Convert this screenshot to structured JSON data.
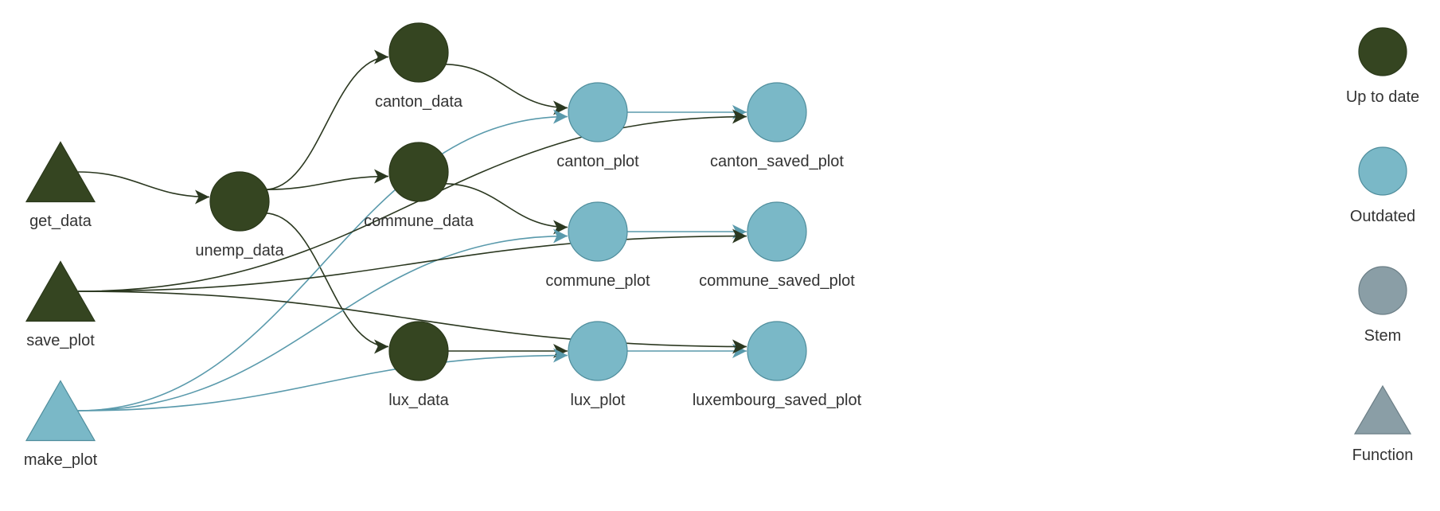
{
  "colors": {
    "up_to_date": "#354521",
    "up_to_date_stroke": "#2a381a",
    "outdated": "#7ab8c7",
    "outdated_stroke": "#4f8d9c",
    "stem": "#8a9ea6",
    "stem_stroke": "#6b7e86",
    "edge_dark": "#2b3820",
    "edge_light": "#5a9aac",
    "label": "#333333"
  },
  "nodes": [
    {
      "id": "get_data",
      "label": "get_data",
      "shape": "triangle",
      "status": "up_to_date"
    },
    {
      "id": "save_plot",
      "label": "save_plot",
      "shape": "triangle",
      "status": "up_to_date"
    },
    {
      "id": "make_plot",
      "label": "make_plot",
      "shape": "triangle",
      "status": "outdated"
    },
    {
      "id": "unemp_data",
      "label": "unemp_data",
      "shape": "circle",
      "status": "up_to_date"
    },
    {
      "id": "canton_data",
      "label": "canton_data",
      "shape": "circle",
      "status": "up_to_date"
    },
    {
      "id": "commune_data",
      "label": "commune_data",
      "shape": "circle",
      "status": "up_to_date"
    },
    {
      "id": "lux_data",
      "label": "lux_data",
      "shape": "circle",
      "status": "up_to_date"
    },
    {
      "id": "canton_plot",
      "label": "canton_plot",
      "shape": "circle",
      "status": "outdated"
    },
    {
      "id": "commune_plot",
      "label": "commune_plot",
      "shape": "circle",
      "status": "outdated"
    },
    {
      "id": "lux_plot",
      "label": "lux_plot",
      "shape": "circle",
      "status": "outdated"
    },
    {
      "id": "canton_saved_plot",
      "label": "canton_saved_plot",
      "shape": "circle",
      "status": "outdated"
    },
    {
      "id": "commune_saved_plot",
      "label": "commune_saved_plot",
      "shape": "circle",
      "status": "outdated"
    },
    {
      "id": "luxembourg_saved_plot",
      "label": "luxembourg_saved_plot",
      "shape": "circle",
      "status": "outdated"
    }
  ],
  "edges": [
    {
      "from": "get_data",
      "to": "unemp_data",
      "style": "dark"
    },
    {
      "from": "unemp_data",
      "to": "canton_data",
      "style": "dark"
    },
    {
      "from": "unemp_data",
      "to": "commune_data",
      "style": "dark"
    },
    {
      "from": "unemp_data",
      "to": "lux_data",
      "style": "dark"
    },
    {
      "from": "canton_data",
      "to": "canton_plot",
      "style": "dark"
    },
    {
      "from": "commune_data",
      "to": "commune_plot",
      "style": "dark"
    },
    {
      "from": "lux_data",
      "to": "lux_plot",
      "style": "dark"
    },
    {
      "from": "make_plot",
      "to": "canton_plot",
      "style": "light"
    },
    {
      "from": "make_plot",
      "to": "commune_plot",
      "style": "light"
    },
    {
      "from": "make_plot",
      "to": "lux_plot",
      "style": "light"
    },
    {
      "from": "canton_plot",
      "to": "canton_saved_plot",
      "style": "light"
    },
    {
      "from": "commune_plot",
      "to": "commune_saved_plot",
      "style": "light"
    },
    {
      "from": "lux_plot",
      "to": "luxembourg_saved_plot",
      "style": "light"
    },
    {
      "from": "save_plot",
      "to": "canton_saved_plot",
      "style": "dark"
    },
    {
      "from": "save_plot",
      "to": "commune_saved_plot",
      "style": "dark"
    },
    {
      "from": "save_plot",
      "to": "luxembourg_saved_plot",
      "style": "dark"
    }
  ],
  "legend": [
    {
      "label": "Up to date",
      "shape": "circle",
      "status": "up_to_date"
    },
    {
      "label": "Outdated",
      "shape": "circle",
      "status": "outdated"
    },
    {
      "label": "Stem",
      "shape": "circle",
      "status": "stem"
    },
    {
      "label": "Function",
      "shape": "triangle",
      "status": "stem"
    }
  ]
}
